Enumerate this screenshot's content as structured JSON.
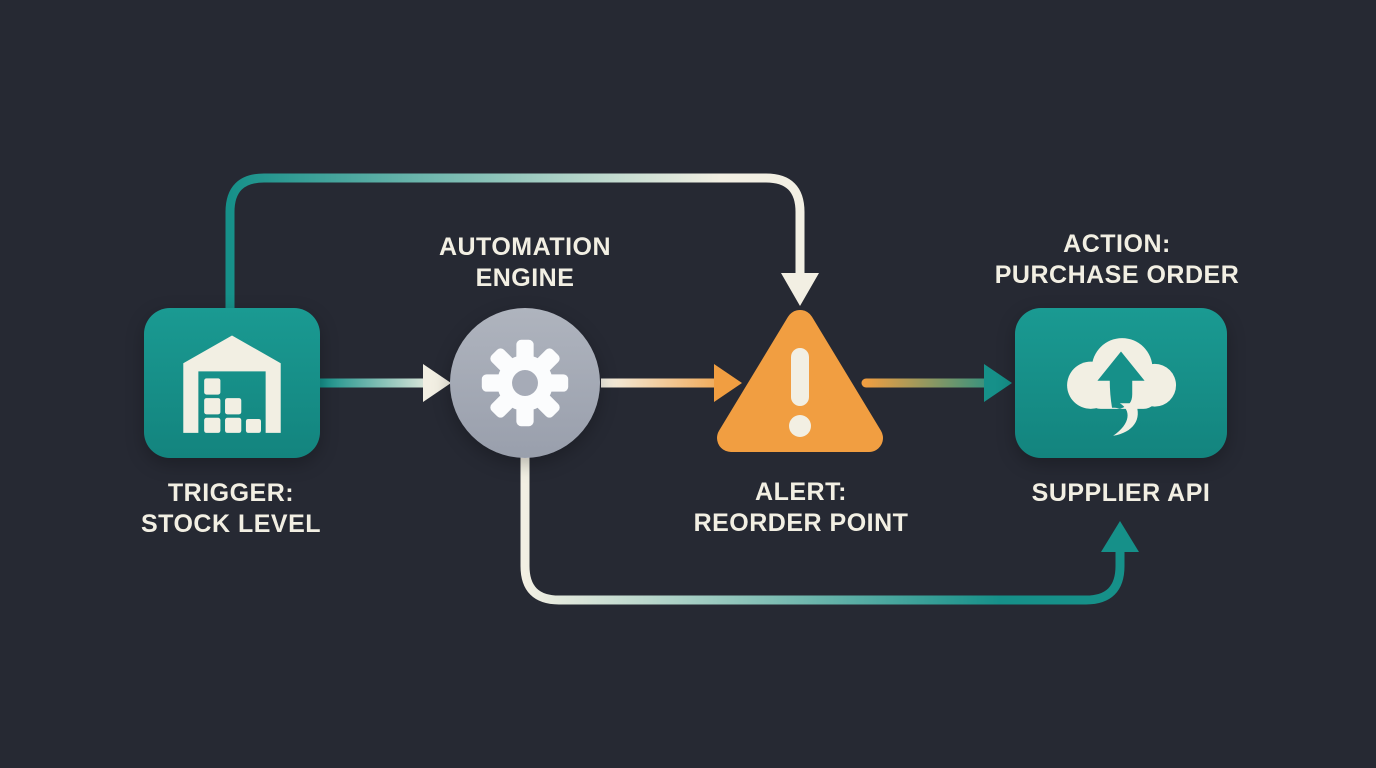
{
  "colors": {
    "background": "#262933",
    "teal": "#169089",
    "orange": "#F19E41",
    "cream": "#F2EFE3",
    "gray": "#A6ABB7",
    "white": "#FBFCFD"
  },
  "nodes": {
    "trigger": {
      "label": "TRIGGER:\nSTOCK LEVEL",
      "icon": "warehouse-icon",
      "shape": "rounded-square",
      "color": "#169089"
    },
    "engine": {
      "label": "AUTOMATION\nENGINE",
      "icon": "gear-icon",
      "shape": "circle",
      "color": "#A6ABB7"
    },
    "alert": {
      "label": "ALERT:\nREORDER POINT",
      "icon": "warning-icon",
      "shape": "rounded-triangle",
      "color": "#F19E41"
    },
    "action": {
      "label": "ACTION:\nPURCHASE ORDER",
      "icon": "cloud-upload-icon",
      "shape": "rounded-rect",
      "color": "#169089"
    },
    "supplier": {
      "label": "SUPPLIER API"
    }
  },
  "connectors": [
    {
      "id": "trigger-to-engine",
      "from": "trigger",
      "to": "engine",
      "type": "straight-arrow",
      "gradient": [
        "#169089",
        "#F2EFE3"
      ]
    },
    {
      "id": "engine-to-alert",
      "from": "engine",
      "to": "alert",
      "type": "straight-arrow",
      "gradient": [
        "#F2EFE3",
        "#F19E41"
      ]
    },
    {
      "id": "alert-to-action",
      "from": "alert",
      "to": "action",
      "type": "straight-arrow",
      "gradient": [
        "#F19E41",
        "#169089"
      ]
    },
    {
      "id": "trigger-to-alert-bypass",
      "from": "trigger",
      "to": "alert",
      "type": "top-elbow-arrow",
      "gradient": [
        "#169089",
        "#F2EFE3"
      ]
    },
    {
      "id": "engine-to-supplier-bypass",
      "from": "engine",
      "to": "action",
      "type": "bottom-elbow-arrow",
      "gradient": [
        "#F2EFE3",
        "#169089"
      ]
    }
  ]
}
